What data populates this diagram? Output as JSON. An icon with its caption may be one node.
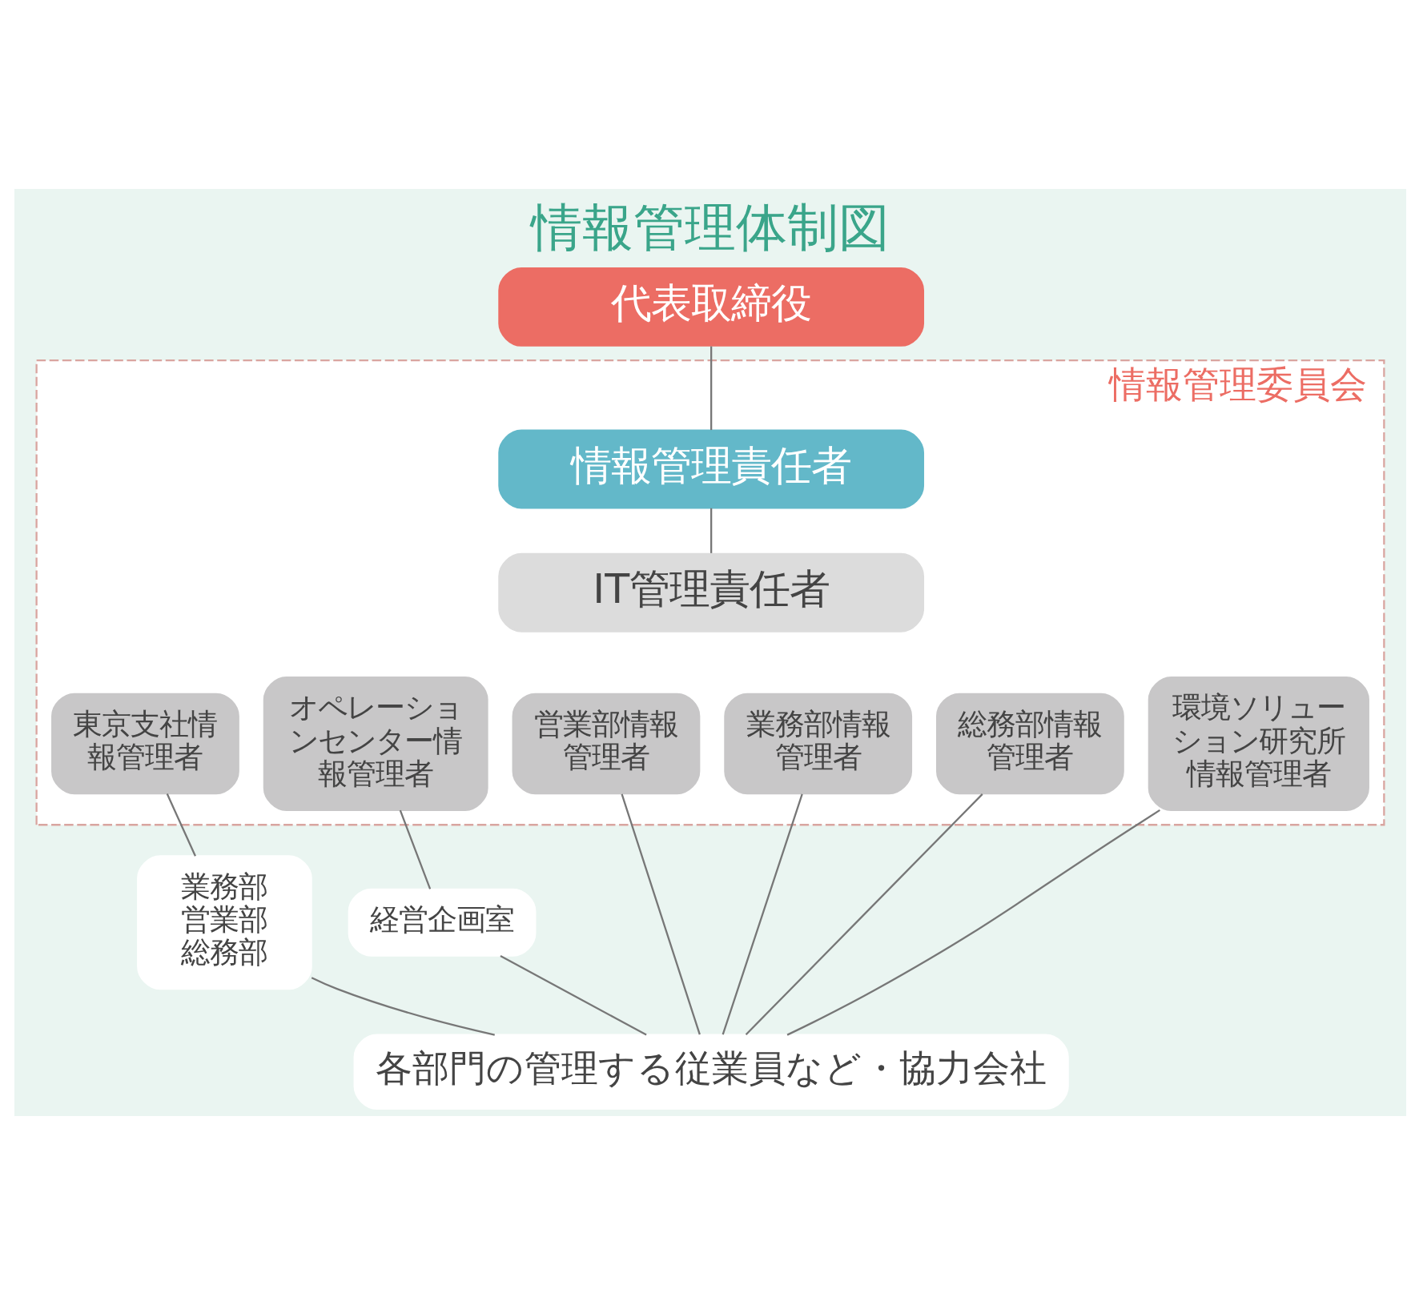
{
  "diagram": {
    "title": "情報管理体制図",
    "nodes": [
      {
        "text": [
          "代表取締役"
        ]
      },
      {
        "text": [
          "情報管理委員会"
        ]
      },
      {
        "text": [
          "情報管理責任者"
        ],
        "in": 1
      },
      {
        "text": [
          "IT管理責任者"
        ],
        "in": 1
      },
      {
        "text": [
          "東京支社情報管理者"
        ],
        "in": 1
      },
      {
        "text": [
          "オペレーションセンター情報管理者"
        ],
        "in": 1
      },
      {
        "text": [
          "営業部情報管理者"
        ],
        "in": 1
      },
      {
        "text": [
          "業務部情報管理者"
        ],
        "in": 1
      },
      {
        "text": [
          "総務部情報管理者"
        ],
        "in": 1
      },
      {
        "text": [
          "環境ソリューション研究所情報管理者"
        ],
        "in": 1
      },
      {
        "text": [
          "業務部",
          "営業部",
          "総務部"
        ]
      },
      {
        "text": [
          "経営企画室"
        ]
      },
      {
        "text": [
          "各部門の管理する従業員など・協力会社"
        ]
      }
    ],
    "edges": [
      {
        "from": 0,
        "to": 2,
        "arrow": "none"
      },
      {
        "from": 2,
        "to": 3,
        "arrow": "none"
      },
      {
        "from": 4,
        "to": 10,
        "arrow": "none"
      },
      {
        "from": 5,
        "to": 11,
        "arrow": "none"
      },
      {
        "from": 10,
        "to": 12,
        "arrow": "none"
      },
      {
        "from": 11,
        "to": 12,
        "arrow": "none"
      },
      {
        "from": 6,
        "to": 12,
        "arrow": "none"
      },
      {
        "from": 7,
        "to": 12,
        "arrow": "none"
      },
      {
        "from": 8,
        "to": 12,
        "arrow": "none"
      },
      {
        "from": 9,
        "to": 12,
        "arrow": "none"
      }
    ]
  }
}
